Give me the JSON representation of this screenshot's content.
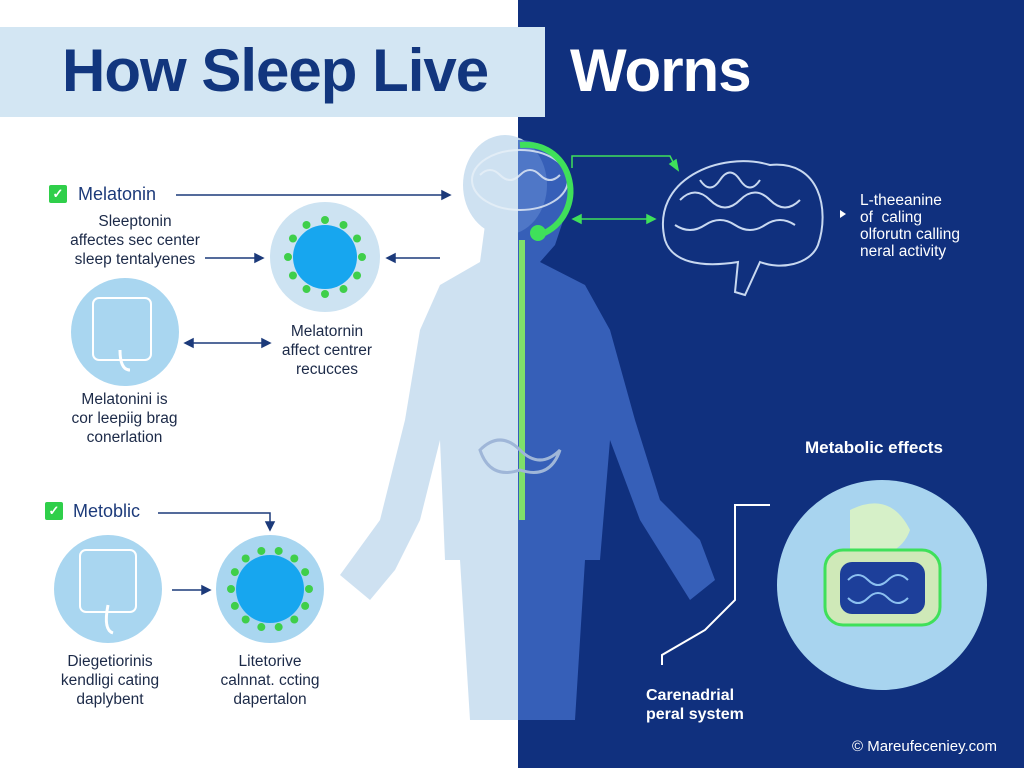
{
  "title": {
    "part1": "How Sleep Live",
    "part2": "Worns"
  },
  "left": {
    "melatonin": {
      "label": "Melatonin",
      "desc": "Sleeptonin\naffectes sec center\nsleep tentalyenes",
      "center_desc": "Melatornin\naffect centrer\nrecucces",
      "stomach_desc": "Melatonini is\ncor leepiig brag\nconerlation"
    },
    "metabolic": {
      "label": "Metoblic",
      "stomach_desc": "Diegetiorinis\nkendligi cating\ndaplybent",
      "cell_desc": "Litetorive\ncalnnat. ccting\ndapertalon"
    }
  },
  "right": {
    "brain_desc": "L-theeanine\nof  caling\nolforutn calling\nneral activity",
    "metabolic_title": "Metabolic effects",
    "system_label": "Carenadrial\nperal system",
    "copyright": "© Mareufeceniey.com"
  },
  "colors": {
    "navy": "#10307e",
    "accent_green": "#3fe05a",
    "light_blue": "#d3e6f3",
    "cell_blue": "#17a6ef"
  }
}
